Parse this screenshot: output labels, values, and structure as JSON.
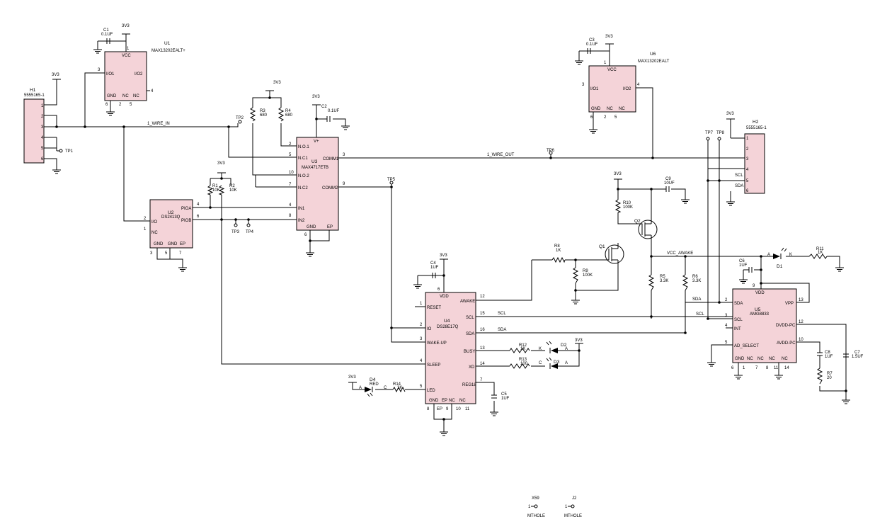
{
  "components": {
    "U1": {
      "ref": "U1",
      "part": "MAX13202EALT+",
      "pins": {
        "vcc": "VCC",
        "io1": "I/O1",
        "io2": "I/O2",
        "gnd": "GND",
        "nc1": "NC",
        "nc2": "NC"
      },
      "pinnums": {
        "p1": "1",
        "p3": "3",
        "p4": "4",
        "p6": "6",
        "p2": "2",
        "p5": "5"
      }
    },
    "U6": {
      "ref": "U6",
      "part": "MAX13202EALT",
      "pins": {
        "vcc": "VCC",
        "io1": "I/O1",
        "io2": "I/O2",
        "gnd": "GND",
        "nc1": "NC",
        "nc2": "NC"
      },
      "pinnums": {
        "p1": "1",
        "p3": "3",
        "p4": "4",
        "p6": "6",
        "p2": "2",
        "p5": "5"
      }
    },
    "U3": {
      "ref": "U3",
      "part": "MAX4717ETB",
      "pins": {
        "vplus": "V+",
        "no1": "N.O.1",
        "nc1": "N.C1",
        "no2": "N.O.2",
        "nc2": "N.C2",
        "in1": "IN1",
        "in2": "IN2",
        "gnd": "GND",
        "ep": "EP",
        "comm1": "COMM1",
        "comm2": "COMM2"
      },
      "pinnums": {
        "p2": "2",
        "p5": "5",
        "p10": "10",
        "p7": "7",
        "p4": "4",
        "p8": "8",
        "p6": "6",
        "p3": "3",
        "p9": "9"
      }
    },
    "U2": {
      "ref": "U2",
      "part": "DS2413Q",
      "pins": {
        "io": "I/O",
        "nc": "NC",
        "pioa": "PIOA",
        "piob": "PIOB",
        "gnd1": "GND",
        "gnd2": "GND",
        "ep": "EP"
      },
      "pinnums": {
        "p2": "2",
        "p1": "1",
        "p4": "4",
        "p6": "6",
        "p3": "3",
        "p5": "5",
        "p7": "7"
      }
    },
    "U4": {
      "ref": "U4",
      "part": "DS28E17Q",
      "pins": {
        "vdd": "VDD",
        "reset": "RESET",
        "io": "IO",
        "wakeup": "WAKE-UP",
        "sleep": "SLEEP",
        "led": "LED",
        "awake": "AWAKE",
        "scl": "SCL",
        "sda": "SDA",
        "busy": "BUSY",
        "xd": "XD",
        "reg18": "REG18",
        "gnd": "GND",
        "ep": "EP",
        "nc1": "NC",
        "nc2": "NC"
      },
      "pinnums": {
        "p6": "6",
        "p1": "1",
        "p2": "2",
        "p3": "3",
        "p4": "4",
        "p5": "5",
        "p12": "12",
        "p15": "15",
        "p16": "16",
        "p13": "13",
        "p14": "14",
        "p7": "7",
        "p8": "8",
        "p9": "9",
        "p10": "10",
        "p11": "11"
      }
    },
    "U5": {
      "ref": "U5",
      "part": "AMG8833",
      "pins": {
        "vdd": "VDD",
        "sda": "SDA",
        "scl": "SCL",
        "int": "INT",
        "adsel": "AD_SELECT",
        "vpp": "VPP",
        "dvdd": "DVDD-PC",
        "avdd": "AVDD-PC",
        "gnd": "GND",
        "nc1": "NC",
        "nc2": "NC",
        "nc3": "NC",
        "nc4": "NC"
      },
      "pinnums": {
        "p9": "9",
        "p2": "2",
        "p3": "3",
        "p4": "4",
        "p5": "5",
        "p13": "13",
        "p12": "12",
        "p10": "10",
        "p6": "6",
        "p1": "1",
        "p7": "7",
        "p8": "8",
        "p11": "11",
        "p14": "14"
      }
    },
    "H1": {
      "ref": "H1",
      "part": "5555165-1",
      "pins": [
        "1",
        "2",
        "3",
        "4",
        "5",
        "6"
      ]
    },
    "H2": {
      "ref": "H2",
      "part": "5555165-1",
      "pins": [
        "1",
        "2",
        "3",
        "4",
        "5",
        "6"
      ]
    }
  },
  "passives": {
    "C1": {
      "ref": "C1",
      "value": "0.1UF"
    },
    "C2": {
      "ref": "C2",
      "value": "0.1UF"
    },
    "C3": {
      "ref": "C3",
      "value": "0.1UF"
    },
    "C4": {
      "ref": "C4",
      "value": "1UF"
    },
    "C5": {
      "ref": "C5",
      "value": "1UF"
    },
    "C6": {
      "ref": "C6",
      "value": "1UF"
    },
    "C7": {
      "ref": "C7",
      "value": "1.5UF"
    },
    "C8": {
      "ref": "C8",
      "value": "1UF"
    },
    "C9": {
      "ref": "C9",
      "value": "10UF"
    },
    "R1": {
      "ref": "R1",
      "value": "10K"
    },
    "R2": {
      "ref": "R2",
      "value": "10K"
    },
    "R3": {
      "ref": "R3",
      "value": "680"
    },
    "R4": {
      "ref": "R4",
      "value": "680"
    },
    "R5": {
      "ref": "R5",
      "value": "3.3K"
    },
    "R6": {
      "ref": "R6",
      "value": "3.3K"
    },
    "R7": {
      "ref": "R7",
      "value": "20"
    },
    "R8": {
      "ref": "R8",
      "value": "1K"
    },
    "R9": {
      "ref": "R9",
      "value": "100K"
    },
    "R10": {
      "ref": "R10",
      "value": "100K"
    },
    "R11": {
      "ref": "R11",
      "value": "1K"
    },
    "R12": {
      "ref": "R12",
      "value": "1K"
    },
    "R13": {
      "ref": "R13",
      "value": "100"
    },
    "R14": {
      "ref": "R14",
      "value": "1K"
    }
  },
  "diodes": {
    "D1": {
      "ref": "D1",
      "a": "A",
      "k": "K"
    },
    "D2": {
      "ref": "D2",
      "a": "A",
      "k": "K"
    },
    "D3": {
      "ref": "D3",
      "a": "A",
      "k": "C"
    },
    "D4": {
      "ref": "D4",
      "value": "RED",
      "a": "A",
      "k": "C"
    }
  },
  "transistors": {
    "Q1": "Q1",
    "Q2": "Q2"
  },
  "testpoints": {
    "TP1": "TP1",
    "TP2": "TP2",
    "TP3": "TP3",
    "TP4": "TP4",
    "TP5": "TP5",
    "TP6": "TP6",
    "TP7": "TP7",
    "TP8": "TP8"
  },
  "nets": {
    "v3v3": "3V3",
    "wire_in": "1_WIRE_IN",
    "wire_out": "1_WIRE_OUT",
    "vcc_awake": "VCC_AWAKE",
    "scl": "SCL",
    "sda": "SDA"
  },
  "mech": {
    "x59": "X59",
    "j2": "J2",
    "pin": "1",
    "mthole": "MTHOLE"
  }
}
